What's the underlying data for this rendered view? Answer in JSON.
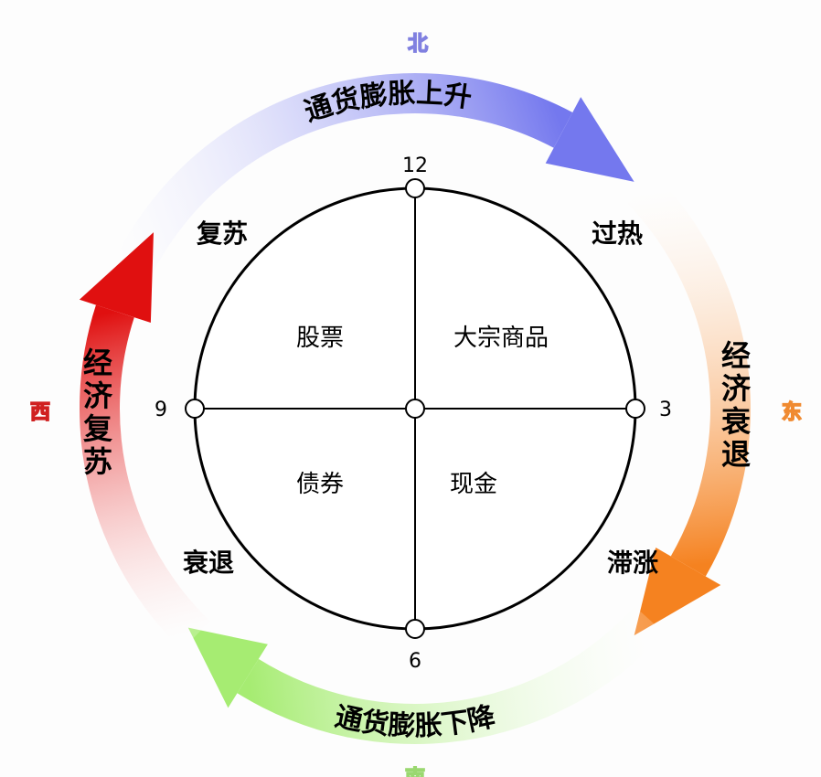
{
  "directions": {
    "north": "北",
    "east": "东",
    "south": "南",
    "west": "西"
  },
  "arrows": [
    {
      "label": "通货膨胀上升",
      "color": "#7478ee"
    },
    {
      "label": "经济衰退",
      "color": "#f58220"
    },
    {
      "label": "通货膨胀下降",
      "color": "#a6ec72"
    },
    {
      "label": "经济复苏",
      "color": "#e01010"
    }
  ],
  "phases": {
    "top_left": "复苏",
    "top_right": "过热",
    "bottom_right": "滞涨",
    "bottom_left": "衰退"
  },
  "assets": {
    "top_left": "股票",
    "top_right": "大宗商品",
    "bottom_left": "债券",
    "bottom_right": "现金"
  },
  "clock": {
    "top": "12",
    "right": "3",
    "bottom": "6",
    "left": "9"
  }
}
